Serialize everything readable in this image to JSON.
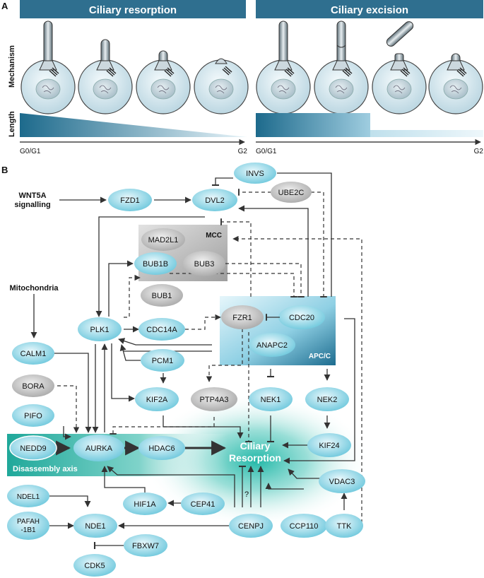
{
  "panel_a": {
    "letter": "A",
    "banner_left": "Ciliary resorption",
    "banner_right": "Ciliary excision",
    "row_mechanism": "Mechanism",
    "row_length": "Length",
    "left_axis_start": "G0/G1",
    "left_axis_end": "G2",
    "right_axis_start": "G0/G1",
    "right_axis_end": "G2"
  },
  "panel_b": {
    "letter": "B",
    "wnt_line1": "WNT5A",
    "wnt_line2": "signalling",
    "mitochondria": "Mitochondria",
    "mcc": "MCC",
    "apcc": "APC/C",
    "axis_label": "Disassembly axis",
    "resorption_line1": "Ciliary",
    "resorption_line2": "Resorption",
    "question_mark": "?",
    "nodes": {
      "invs": "INVS",
      "ube2c": "UBE2C",
      "fzd1": "FZD1",
      "dvl2": "DVL2",
      "mad2l1": "MAD2L1",
      "bub1b": "BUB1B",
      "bub3": "BUB3",
      "bub1": "BUB1",
      "plk1": "PLK1",
      "cdc14a": "CDC14A",
      "fzr1": "FZR1",
      "cdc20": "CDC20",
      "anapc2": "ANAPC2",
      "calm1": "CALM1",
      "pcm1": "PCM1",
      "bora": "BORA",
      "kif2a": "KIF2A",
      "ptp4a3": "PTP4A3",
      "nek1": "NEK1",
      "nek2": "NEK2",
      "pifo": "PIFO",
      "nedd9": "NEDD9",
      "aurka": "AURKA",
      "hdac6": "HDAC6",
      "kif24": "KIF24",
      "vdac3": "VDAC3",
      "ndel1": "NDEL1",
      "hif1a": "HIF1A",
      "cep41": "CEP41",
      "pafah_line1": "PAFAH",
      "pafah_line2": "-1B1",
      "nde1": "NDE1",
      "fbxw7": "FBXW7",
      "cdk5": "CDK5",
      "cenpj": "CENPJ",
      "ccp110": "CCP110",
      "ttk": "TTK"
    }
  },
  "colors": {
    "banner": "#2f6f8f",
    "node_blue": "#7fd0e0",
    "node_grey": "#b8b8b8",
    "teal_glow": "#1fb7a6",
    "arrow": "#333333"
  }
}
